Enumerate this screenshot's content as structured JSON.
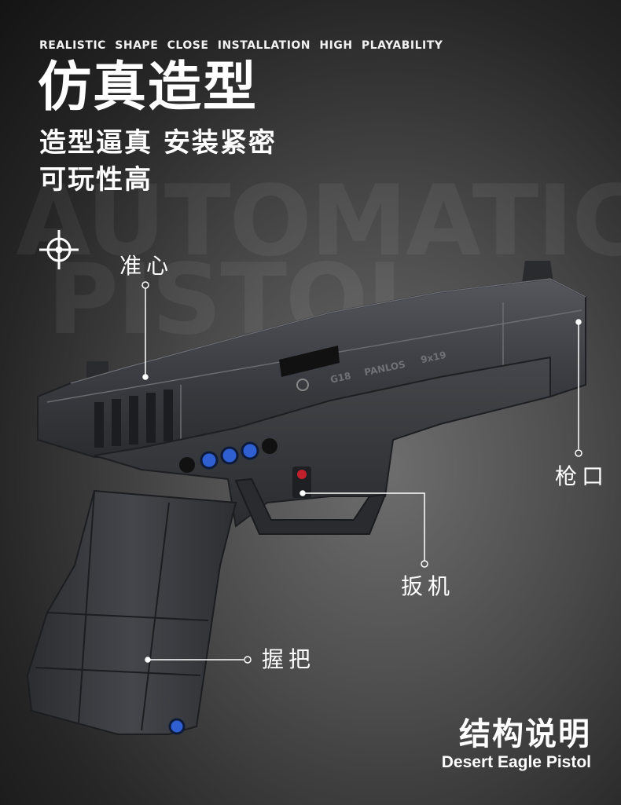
{
  "header": {
    "tagline": "REALISTIC SHAPE  CLOSE INSTALLATION  HIGH PLAYABILITY",
    "title": "仿真造型",
    "subtitle_line1": "造型逼真 安装紧密",
    "subtitle_line2": "可玩性高"
  },
  "watermark": {
    "line1": "AUTOMATIC",
    "line2": "PISTOL"
  },
  "gun_markings": {
    "model": "G18",
    "brand": "PANLOS",
    "caliber": "9x19"
  },
  "callouts": {
    "front_sight": "准心",
    "muzzle": "枪口",
    "trigger": "扳机",
    "grip": "握把"
  },
  "footer": {
    "title_cn": "结构说明",
    "title_en": "Desert Eagle Pistol"
  },
  "colors": {
    "accent_blue": "#2f5fd0",
    "accent_red": "#c0202a",
    "brick_dark": "#2e2f33"
  }
}
